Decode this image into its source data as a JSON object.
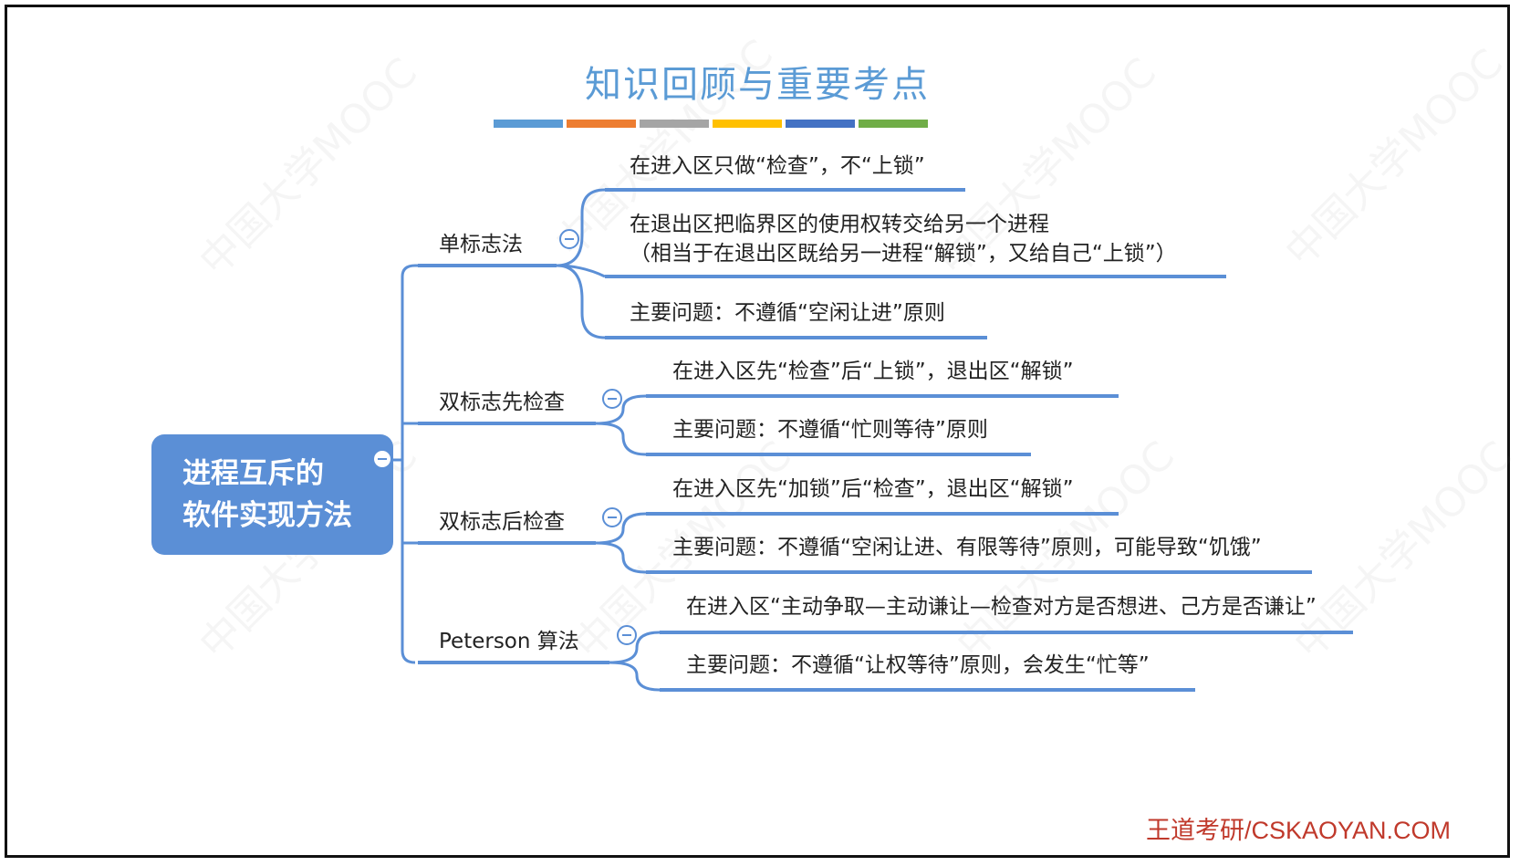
{
  "title": "知识回顾与重要考点",
  "title_color": "#5b9bd5",
  "color_bars": [
    "#5b9bd5",
    "#ed7d31",
    "#a5a5a5",
    "#ffc000",
    "#4472c4",
    "#70ad47"
  ],
  "line_color": "#5b8fd6",
  "root": {
    "line1": "进程互斥的",
    "line2": "软件实现方法",
    "color": "#5b8fd6"
  },
  "branches": [
    {
      "label": "单标志法",
      "leaves": [
        {
          "text": "在进入区只做“检查”，不“上锁”"
        },
        {
          "text": "在退出区把临界区的使用权转交给另一个进程",
          "text2": "（相当于在退出区既给另一进程“解锁”，又给自己“上锁”）"
        },
        {
          "text": "主要问题：不遵循“空闲让进”原则"
        }
      ]
    },
    {
      "label": "双标志先检查",
      "leaves": [
        {
          "text": "在进入区先“检查”后“上锁”，退出区“解锁”"
        },
        {
          "text": "主要问题：不遵循“忙则等待”原则"
        }
      ]
    },
    {
      "label": "双标志后检查",
      "leaves": [
        {
          "text": "在进入区先“加锁”后“检查”，退出区“解锁”"
        },
        {
          "text": "主要问题：不遵循“空闲让进、有限等待”原则，可能导致“饥饿”"
        }
      ]
    },
    {
      "label": "Peterson 算法",
      "leaves": [
        {
          "text": "在进入区“主动争取—主动谦让—检查对方是否想进、己方是否谦让”"
        },
        {
          "text": "主要问题：不遵循“让权等待”原则，会发生“忙等”"
        }
      ]
    }
  ],
  "footer": "王道考研/CSKAOYAN.COM",
  "footer_color": "#c0392b",
  "watermark": "中国大学MOOC"
}
